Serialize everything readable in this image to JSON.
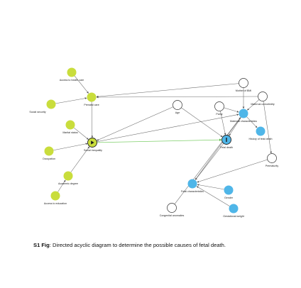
{
  "colors": {
    "exposure_node": "#c9dd3c",
    "outcome_node": "#4fb6e8",
    "ancestor_node": "#c9dd3c",
    "descendant_node": "#4fb6e8",
    "latent_node": "#ffffff",
    "edge": "#6a6a6a",
    "causal_path": "#7fcf6a"
  },
  "nodes": {
    "access_to_health_care": {
      "label": "Access to health care",
      "type": "ancestor"
    },
    "prenatal_care": {
      "label": "Prenatal care",
      "type": "ancestor"
    },
    "social_security": {
      "label": "Social security",
      "type": "ancestor"
    },
    "marital_status": {
      "label": "Marital status",
      "type": "ancestor"
    },
    "occupation": {
      "label": "Occupation",
      "type": "ancestor"
    },
    "social_inequality": {
      "label": "Social inequality",
      "type": "exposure",
      "icon": "play-icon"
    },
    "academic_degree": {
      "label": "Academic degree",
      "type": "ancestor"
    },
    "access_to_education": {
      "label": "Access to education",
      "type": "ancestor"
    },
    "mother_of_bmi": {
      "label": "Mother of BMI",
      "type": "latent"
    },
    "maternal_comorbidity": {
      "label": "Maternal comorbidity",
      "type": "latent"
    },
    "age": {
      "label": "Age",
      "type": "latent"
    },
    "parity": {
      "label": "Parity",
      "type": "latent"
    },
    "maternal_characteristics": {
      "label": "Maternal characteristics",
      "type": "descendant"
    },
    "history_of_fetal_death": {
      "label": "History of fetal death",
      "type": "descendant"
    },
    "fetal_death": {
      "label": "Fetal death",
      "type": "outcome",
      "icon": "info-icon"
    },
    "prematurity": {
      "label": "Prematurity",
      "type": "latent"
    },
    "fetal_characteristics": {
      "label": "Fetal characteristics",
      "type": "descendant"
    },
    "gender": {
      "label": "Gender",
      "type": "descendant"
    },
    "gestational_weight": {
      "label": "Gestational weight",
      "type": "descendant"
    },
    "congenital_anomalies": {
      "label": "Congenital anomalies",
      "type": "latent"
    }
  },
  "edges": [
    [
      "access_to_health_care",
      "prenatal_care"
    ],
    [
      "social_security",
      "prenatal_care"
    ],
    [
      "prenatal_care",
      "social_inequality"
    ],
    [
      "marital_status",
      "social_inequality"
    ],
    [
      "occupation",
      "social_inequality"
    ],
    [
      "academic_degree",
      "social_inequality"
    ],
    [
      "access_to_education",
      "academic_degree"
    ],
    [
      "mother_of_bmi",
      "prenatal_care"
    ],
    [
      "maternal_comorbidity",
      "prenatal_care"
    ],
    [
      "mother_of_bmi",
      "maternal_characteristics"
    ],
    [
      "maternal_comorbidity",
      "maternal_characteristics"
    ],
    [
      "age",
      "social_inequality"
    ],
    [
      "age",
      "fetal_death"
    ],
    [
      "parity",
      "maternal_characteristics"
    ],
    [
      "parity",
      "fetal_death"
    ],
    [
      "maternal_characteristics",
      "fetal_death"
    ],
    [
      "maternal_characteristics",
      "history_of_fetal_death"
    ],
    [
      "social_inequality",
      "fetal_death"
    ],
    [
      "maternal_comorbidity",
      "prematurity"
    ],
    [
      "prematurity",
      "fetal_characteristics"
    ],
    [
      "fetal_death",
      "fetal_characteristics"
    ],
    [
      "maternal_characteristics",
      "fetal_characteristics"
    ],
    [
      "gender",
      "fetal_characteristics"
    ],
    [
      "gestational_weight",
      "fetal_characteristics"
    ],
    [
      "congenital_anomalies",
      "maternal_characteristics"
    ],
    [
      "social_inequality",
      "maternal_characteristics"
    ]
  ],
  "caption": {
    "label": "S1 Fig",
    "text": ": Directed acyclic diagram to determine the possible causes of fetal death."
  }
}
